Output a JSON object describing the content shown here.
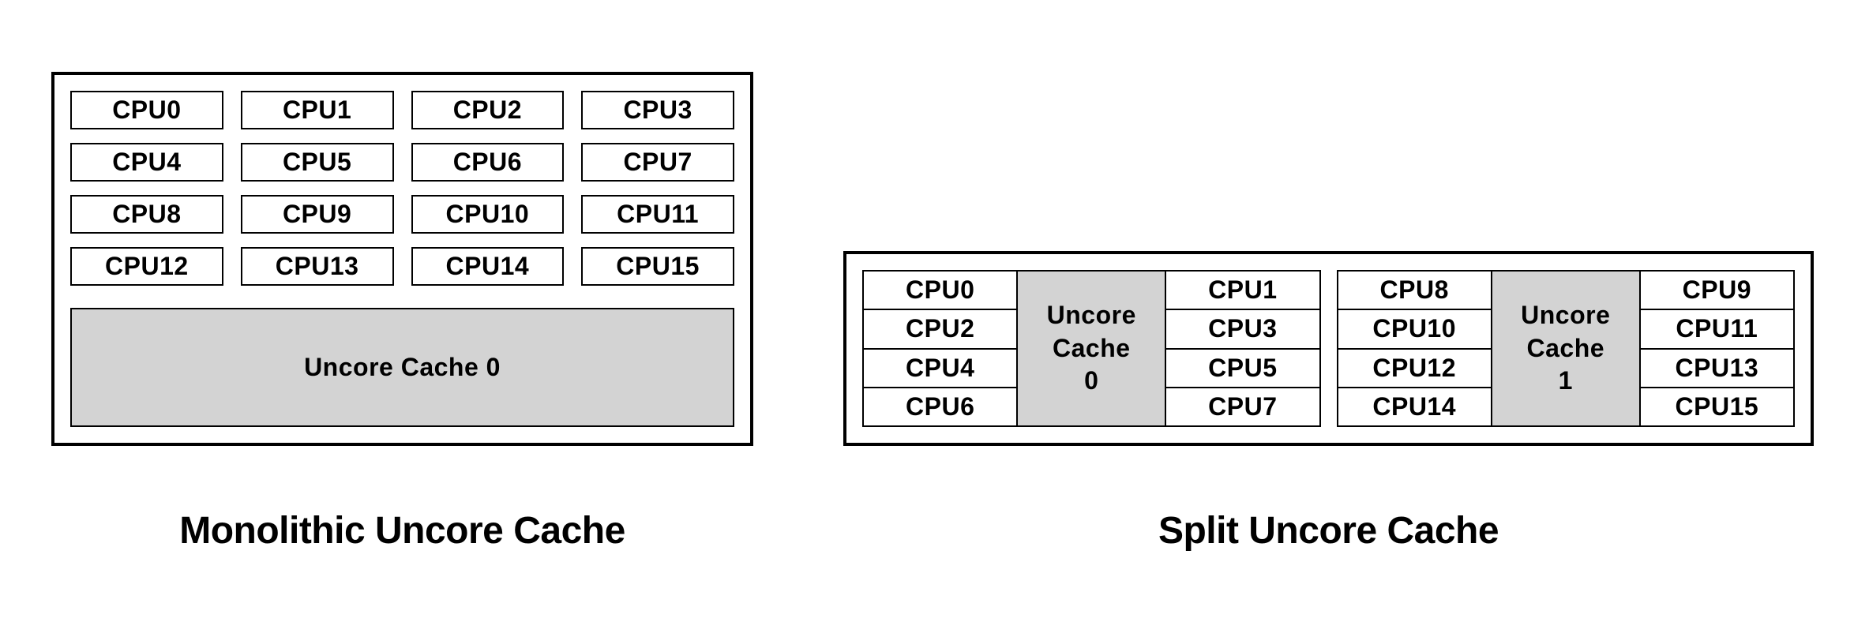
{
  "colors": {
    "background": "#ffffff",
    "border": "#000000",
    "cache_fill": "#d3d3d3",
    "cpu_fill": "#ffffff",
    "text": "#000000"
  },
  "monolithic": {
    "caption": "Monolithic Uncore Cache",
    "cpus": [
      "CPU0",
      "CPU1",
      "CPU2",
      "CPU3",
      "CPU4",
      "CPU5",
      "CPU6",
      "CPU7",
      "CPU8",
      "CPU9",
      "CPU10",
      "CPU11",
      "CPU12",
      "CPU13",
      "CPU14",
      "CPU15"
    ],
    "cache_label": "Uncore Cache 0"
  },
  "split": {
    "caption": "Split Uncore Cache",
    "groups": [
      {
        "left_cpus": [
          "CPU0",
          "CPU2",
          "CPU4",
          "CPU6"
        ],
        "cache_lines": [
          "Uncore",
          "Cache",
          "0"
        ],
        "right_cpus": [
          "CPU1",
          "CPU3",
          "CPU5",
          "CPU7"
        ]
      },
      {
        "left_cpus": [
          "CPU8",
          "CPU10",
          "CPU12",
          "CPU14"
        ],
        "cache_lines": [
          "Uncore",
          "Cache",
          "1"
        ],
        "right_cpus": [
          "CPU9",
          "CPU11",
          "CPU13",
          "CPU15"
        ]
      }
    ]
  }
}
